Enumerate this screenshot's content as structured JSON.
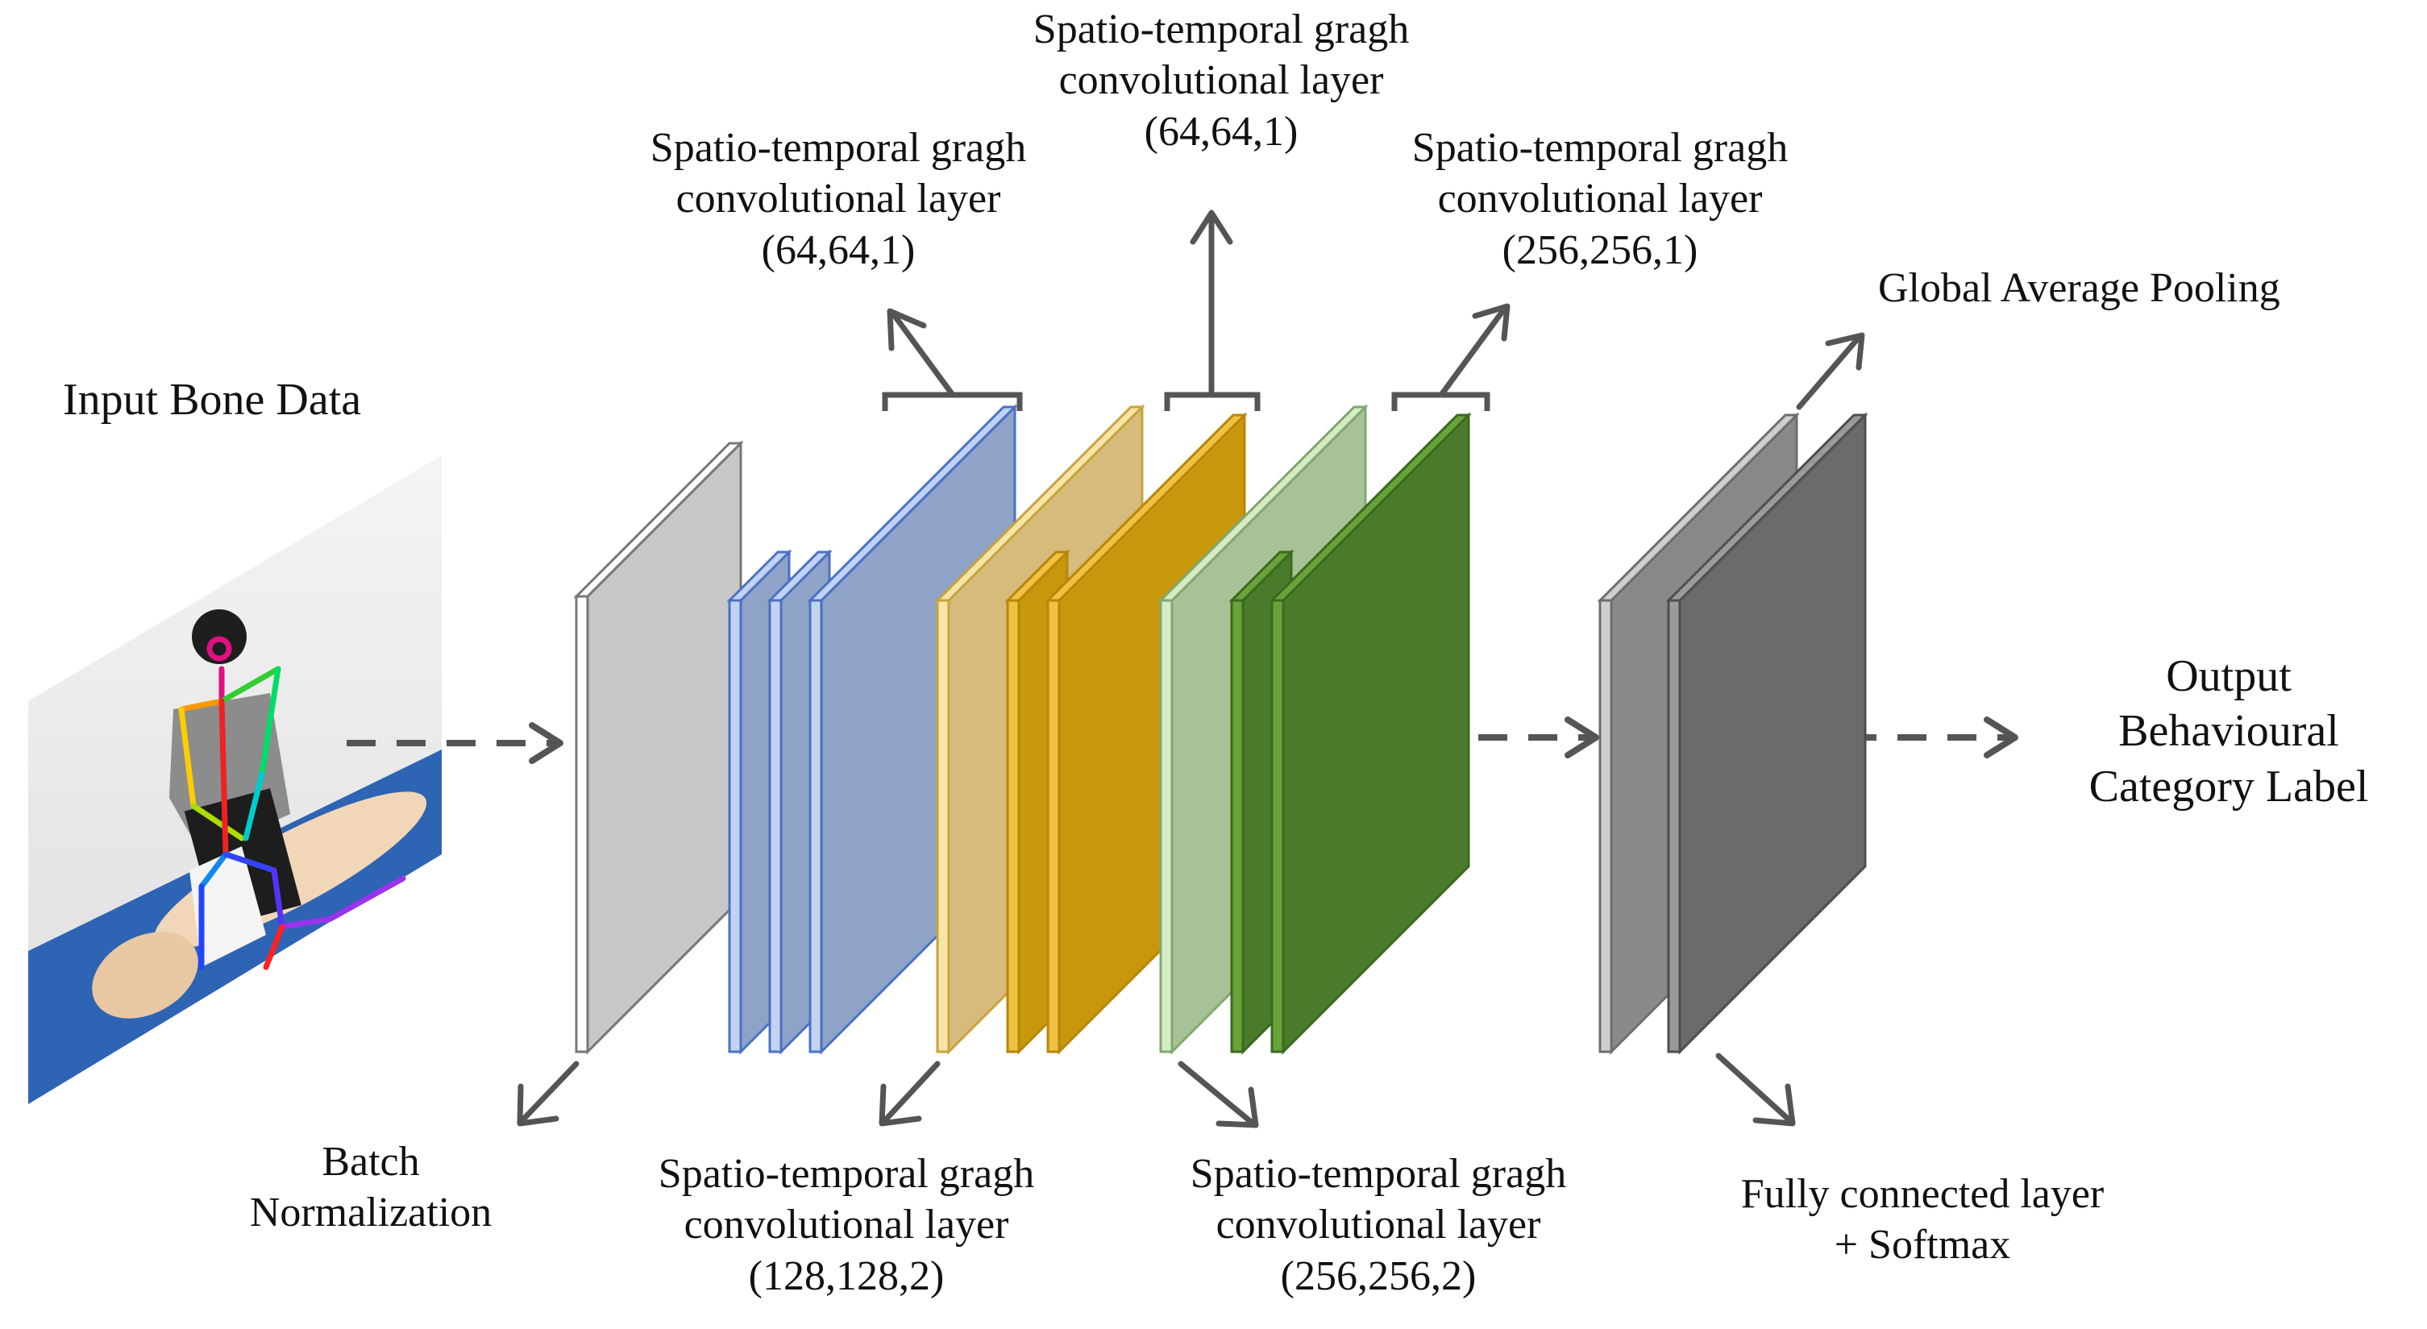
{
  "title": "Input Bone Data",
  "output_label": [
    "Output",
    "Behavioural",
    "Category Label"
  ],
  "labels": {
    "batch_norm": [
      "Batch",
      "Normalization"
    ],
    "stgcn_64_a": [
      "Spatio-temporal gragh",
      "convolutional layer",
      "(64,64,1)"
    ],
    "stgcn_64_b": [
      "Spatio-temporal gragh",
      "convolutional layer",
      "(64,64,1)"
    ],
    "stgcn_128": [
      "Spatio-temporal gragh",
      "convolutional layer",
      "(128,128,2)"
    ],
    "stgcn_256_a": [
      "Spatio-temporal gragh",
      "convolutional layer",
      "(256,256,2)"
    ],
    "stgcn_256_b": [
      "Spatio-temporal gragh",
      "convolutional layer",
      "(256,256,1)"
    ],
    "gap": "Global Average Pooling",
    "fc": [
      "Fully connected layer",
      "+ Softmax"
    ]
  },
  "colors": {
    "gray_layer": "#c8c8c8",
    "blue_layer": "#8fa3c8",
    "blue_edge": "#4a72c4",
    "yellow_light": "#d7bb7c",
    "yellow_dark": "#c8980c",
    "green_light": "#a8c298",
    "green_dark": "#4a7a2a",
    "pool_gray": "#8a8888",
    "fc_gray": "#6b6b6b",
    "arrow": "#555555"
  },
  "icons": {
    "photo": "cpr-skeleton-photo"
  }
}
